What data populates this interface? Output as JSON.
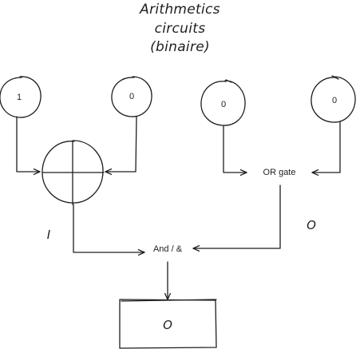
{
  "title": {
    "line1": "Arithmetics",
    "line2": "circuits",
    "line3": "(binaire)"
  },
  "inputs": {
    "a": "1",
    "b": "0",
    "c": "0",
    "d": "0"
  },
  "gates": {
    "xor_symbol": "xor-circle-plus",
    "or_gate": "OR gate",
    "and_gate": "And / &"
  },
  "annotations": {
    "xor_output": "I",
    "or_output": "O"
  },
  "output": {
    "value": "O"
  }
}
